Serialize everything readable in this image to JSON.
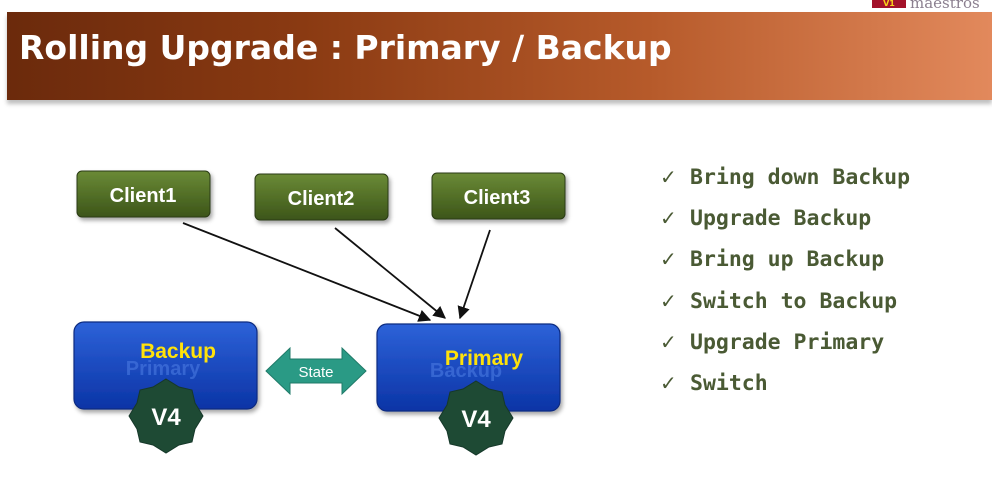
{
  "header": {
    "title": "Rolling Upgrade : Primary / Backup",
    "logo_mark": "V1",
    "logo_text": "maestros"
  },
  "diagram": {
    "clients": [
      "Client1",
      "Client2",
      "Client3"
    ],
    "backup_node": {
      "label": "Backup",
      "ghost_label": "Primary",
      "version": "V4"
    },
    "primary_node": {
      "label": "Primary",
      "ghost_label": "Backup",
      "version": "V4"
    },
    "link_label": "State"
  },
  "steps": [
    "Bring down Backup",
    "Upgrade Backup",
    "Bring up Backup",
    "Switch to Backup",
    "Upgrade Primary",
    "Switch"
  ],
  "icons": {
    "step_marker": "check-icon",
    "version_badge": "star-badge-icon",
    "link": "double-arrow-icon"
  },
  "colors": {
    "title_bar_start": "#6b2a0c",
    "title_bar_end": "#e2895c",
    "client_box": "#4d6a26",
    "server_box": "#1547c4",
    "server_label": "#ffe20a",
    "badge": "#1e4a34",
    "state_arrow": "#2a9a85",
    "step_text": "#4a5a34"
  }
}
